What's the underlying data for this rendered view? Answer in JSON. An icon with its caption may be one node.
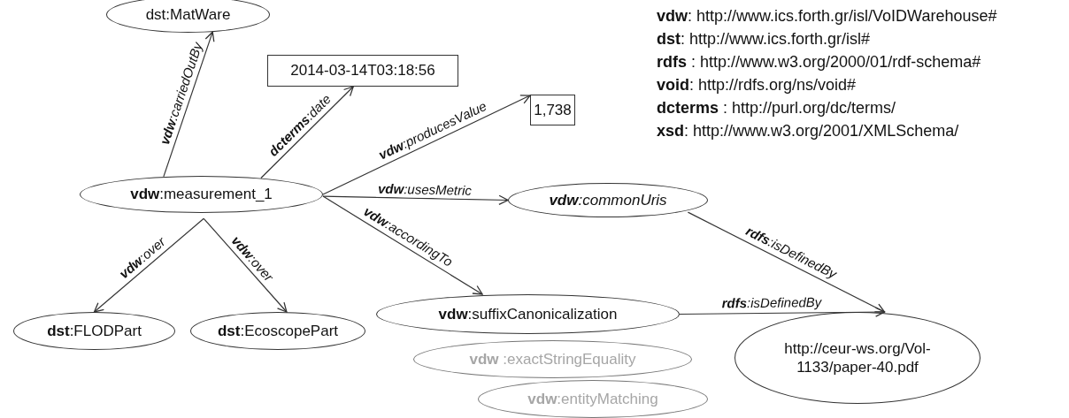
{
  "diagram": {
    "nodes": [
      {
        "text": [
          "dst:MatWare"
        ]
      },
      {
        "text": [
          "2014-03-14T03:18:56"
        ]
      },
      {
        "text": [
          "1,738"
        ]
      },
      {
        "text": [
          "**vdw**:measurement_1"
        ]
      },
      {
        "text": [
          "**vdw**:commonUris"
        ]
      },
      {
        "text": [
          "**dst**:FLODPart"
        ]
      },
      {
        "text": [
          "**dst**:EcoscopePart"
        ]
      },
      {
        "text": [
          "**vdw**:suffixCanonicalization"
        ]
      },
      {
        "text": [
          "**vdw** :exactStringEquality"
        ]
      },
      {
        "text": [
          "**vdw**:entityMatching"
        ]
      },
      {
        "text": [
          "http://ceur-ws.org/Vol-1133/paper-40.pdf"
        ]
      }
    ],
    "edges": [
      {
        "from": 3,
        "to": 0,
        "arrow": "to",
        "label": "**vdw**:carriedOutBy"
      },
      {
        "from": 3,
        "to": 1,
        "arrow": "to",
        "label": "**dcterms**:date"
      },
      {
        "from": 3,
        "to": 2,
        "arrow": "to",
        "label": "**vdw**:producesValue"
      },
      {
        "from": 3,
        "to": 4,
        "arrow": "to",
        "label": "**vdw**:usesMetric"
      },
      {
        "from": 3,
        "to": 7,
        "arrow": "to",
        "label": "**vdw**:accordingTo"
      },
      {
        "from": 3,
        "to": 5,
        "arrow": "to",
        "label": "**vdw**:over"
      },
      {
        "from": 3,
        "to": 6,
        "arrow": "to",
        "label": "**vdw**:over"
      },
      {
        "from": 4,
        "to": 10,
        "arrow": "to",
        "label": "**rdfs**:isDefinedBy"
      },
      {
        "from": 7,
        "to": 10,
        "arrow": "to",
        "label": "**rdfs**:isDefinedBy"
      }
    ],
    "labels": [
      "**vdw**: http://www.ics.forth.gr/isl/VoIDWarehouse#",
      "**dst**: http://www.ics.forth.gr/isl#",
      "**rdfs** : http://www.w3.org/2000/01/rdf-schema#",
      "**void**: http://rdfs.org/ns/void#",
      "**dcterms** : http://purl.org/dc/terms/",
      "**xsd**: http://www.w3.org/2001/XMLSchema/"
    ]
  }
}
